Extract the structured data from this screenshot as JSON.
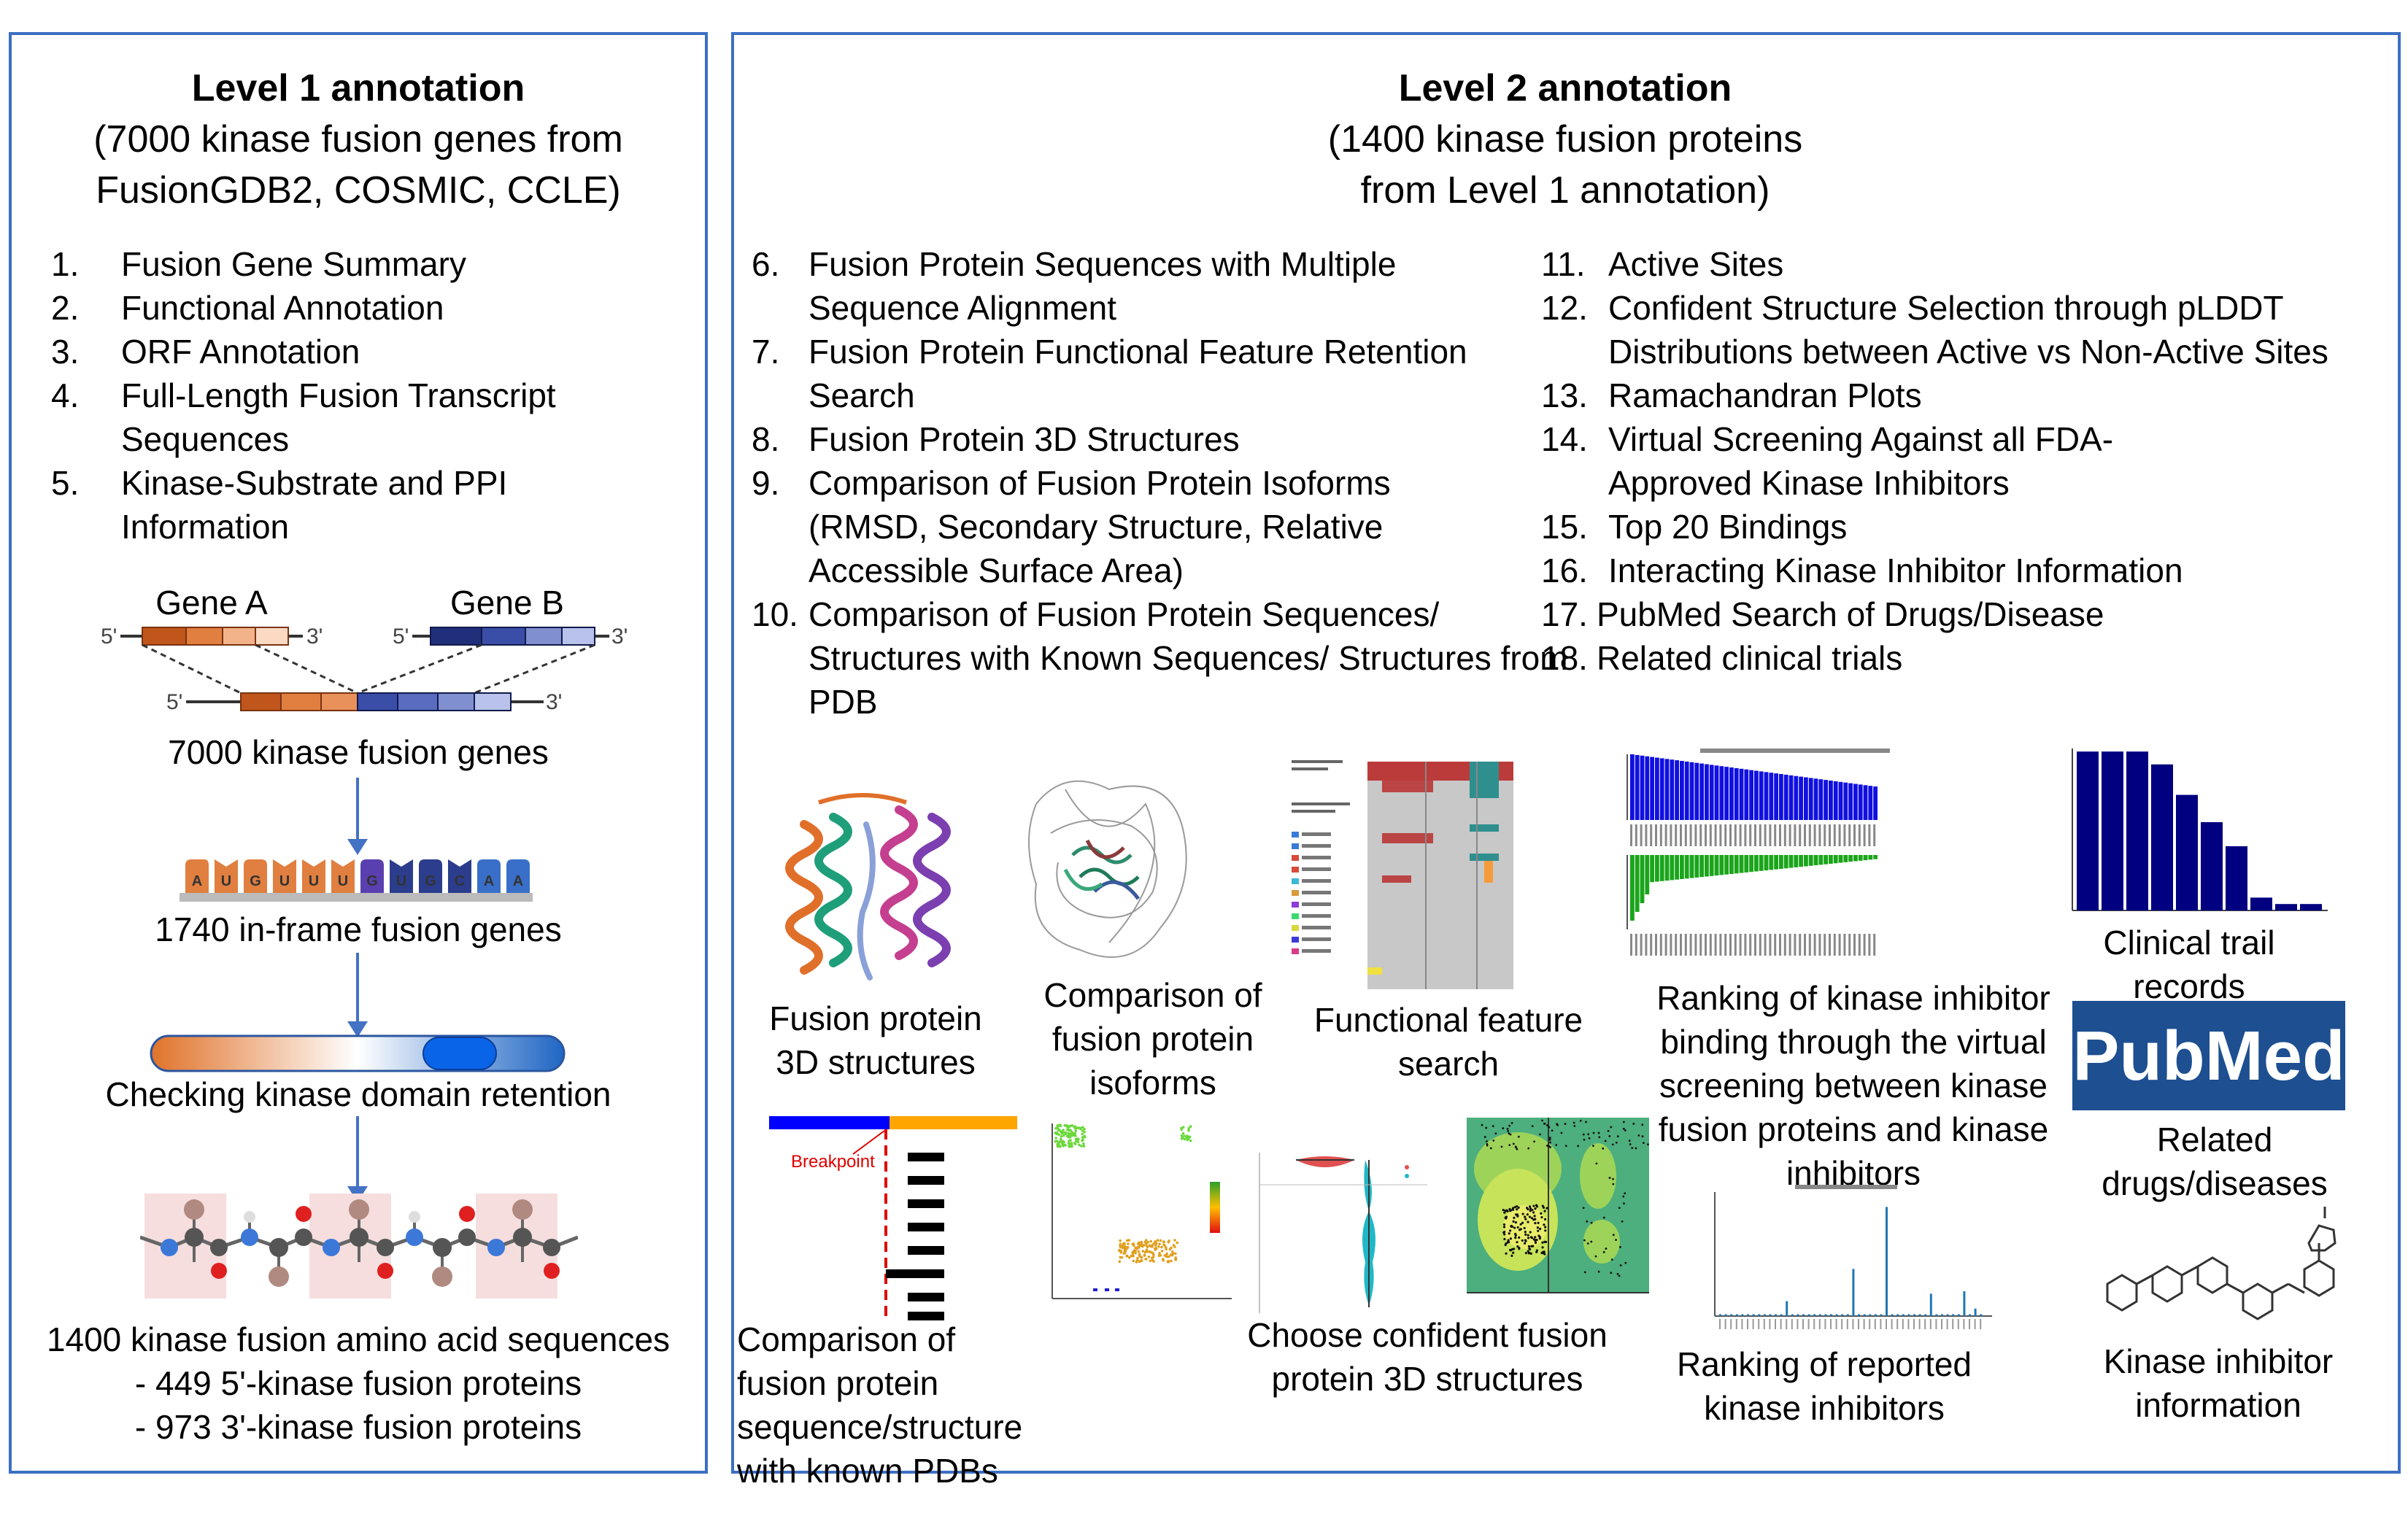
{
  "level1": {
    "title": "Level 1 annotation",
    "subtitle1": "(7000 kinase fusion genes from",
    "subtitle2": "FusionGDB2, COSMIC, CCLE)",
    "items": [
      {
        "num": "1.",
        "text": "Fusion Gene Summary"
      },
      {
        "num": "2.",
        "text": "Functional Annotation"
      },
      {
        "num": "3.",
        "text": "ORF Annotation"
      },
      {
        "num": "4.",
        "text": "Full-Length Fusion Transcript Sequences"
      },
      {
        "num": "5.",
        "text": "Kinase-Substrate and PPI Information"
      }
    ],
    "gene_a": "Gene A",
    "gene_b": "Gene B",
    "five_prime": "5'",
    "three_prime": "3'",
    "step1": "7000 kinase fusion genes",
    "codons": [
      "A",
      "U",
      "G",
      "U",
      "U",
      "U",
      "G",
      "U",
      "G",
      "C",
      "A",
      "A"
    ],
    "step2": "1740 in-frame fusion genes",
    "step3": "Checking kinase domain retention",
    "step4_line1": "1400 kinase fusion amino acid sequences",
    "step4_line2": "- 449 5'-kinase fusion proteins",
    "step4_line3": "- 973 3'-kinase fusion proteins"
  },
  "level2": {
    "title": "Level 2 annotation",
    "subtitle1": "(1400 kinase fusion proteins",
    "subtitle2": "from Level 1 annotation)",
    "items_left": [
      {
        "num": "6.",
        "text": "Fusion Protein Sequences with Multiple Sequence Alignment"
      },
      {
        "num": "7.",
        "text": "Fusion Protein Functional Feature Retention Search"
      },
      {
        "num": "8.",
        "text": "Fusion Protein 3D Structures"
      },
      {
        "num": "9.",
        "text": "Comparison of Fusion Protein Isoforms (RMSD, Secondary Structure, Relative Accessible Surface Area)"
      },
      {
        "num": "10.",
        "text": "Comparison of Fusion Protein Sequences/ Structures with Known Sequences/ Structures from PDB"
      }
    ],
    "items_right": [
      {
        "num": "11.",
        "text": "Active Sites"
      },
      {
        "num": "12.",
        "text": "Confident Structure Selection through pLDDT Distributions between Active vs Non-Active Sites"
      },
      {
        "num": "13.",
        "text": "Ramachandran Plots"
      },
      {
        "num": "14.",
        "text": "Virtual Screening Against all FDA-Approved Kinase Inhibitors"
      },
      {
        "num": "15.",
        "text": "Top 20 Bindings"
      },
      {
        "num": "16.",
        "text": "Interacting Kinase Inhibitor Information"
      },
      {
        "num": "17.",
        "text": "PubMed Search of Drugs/Disease"
      },
      {
        "num": "18.",
        "text": "Related clinical trials"
      }
    ],
    "captions": {
      "structures": "Fusion protein 3D structures",
      "isoforms": "Comparison of fusion protein isoforms",
      "feature": "Functional feature search",
      "ranking_vs": "Ranking of kinase inhibitor binding through the virtual screening between kinase fusion proteins and kinase inhibitors",
      "clinical": "Clinical trail records",
      "pubmed_caption": "Related drugs/diseases",
      "pdb": "Comparison of fusion protein sequence/structure with known PDBs",
      "confident": "Choose confident fusion protein 3D structures",
      "reported": "Ranking of reported kinase inhibitors",
      "inhibitor_info": "Kinase inhibitor information"
    },
    "breakpoint_label": "Breakpoint",
    "pubmed_logo": "PubMed"
  },
  "colors": {
    "border": "#3b6fc4",
    "arrow": "#4472c4",
    "orange": "#d4691f",
    "navy": "#2b3d8c",
    "bar_blue": "#1010e0",
    "bar_green": "#1aa51a",
    "navy_bar": "#000080",
    "pubmed_bg": "#1d4f91"
  }
}
